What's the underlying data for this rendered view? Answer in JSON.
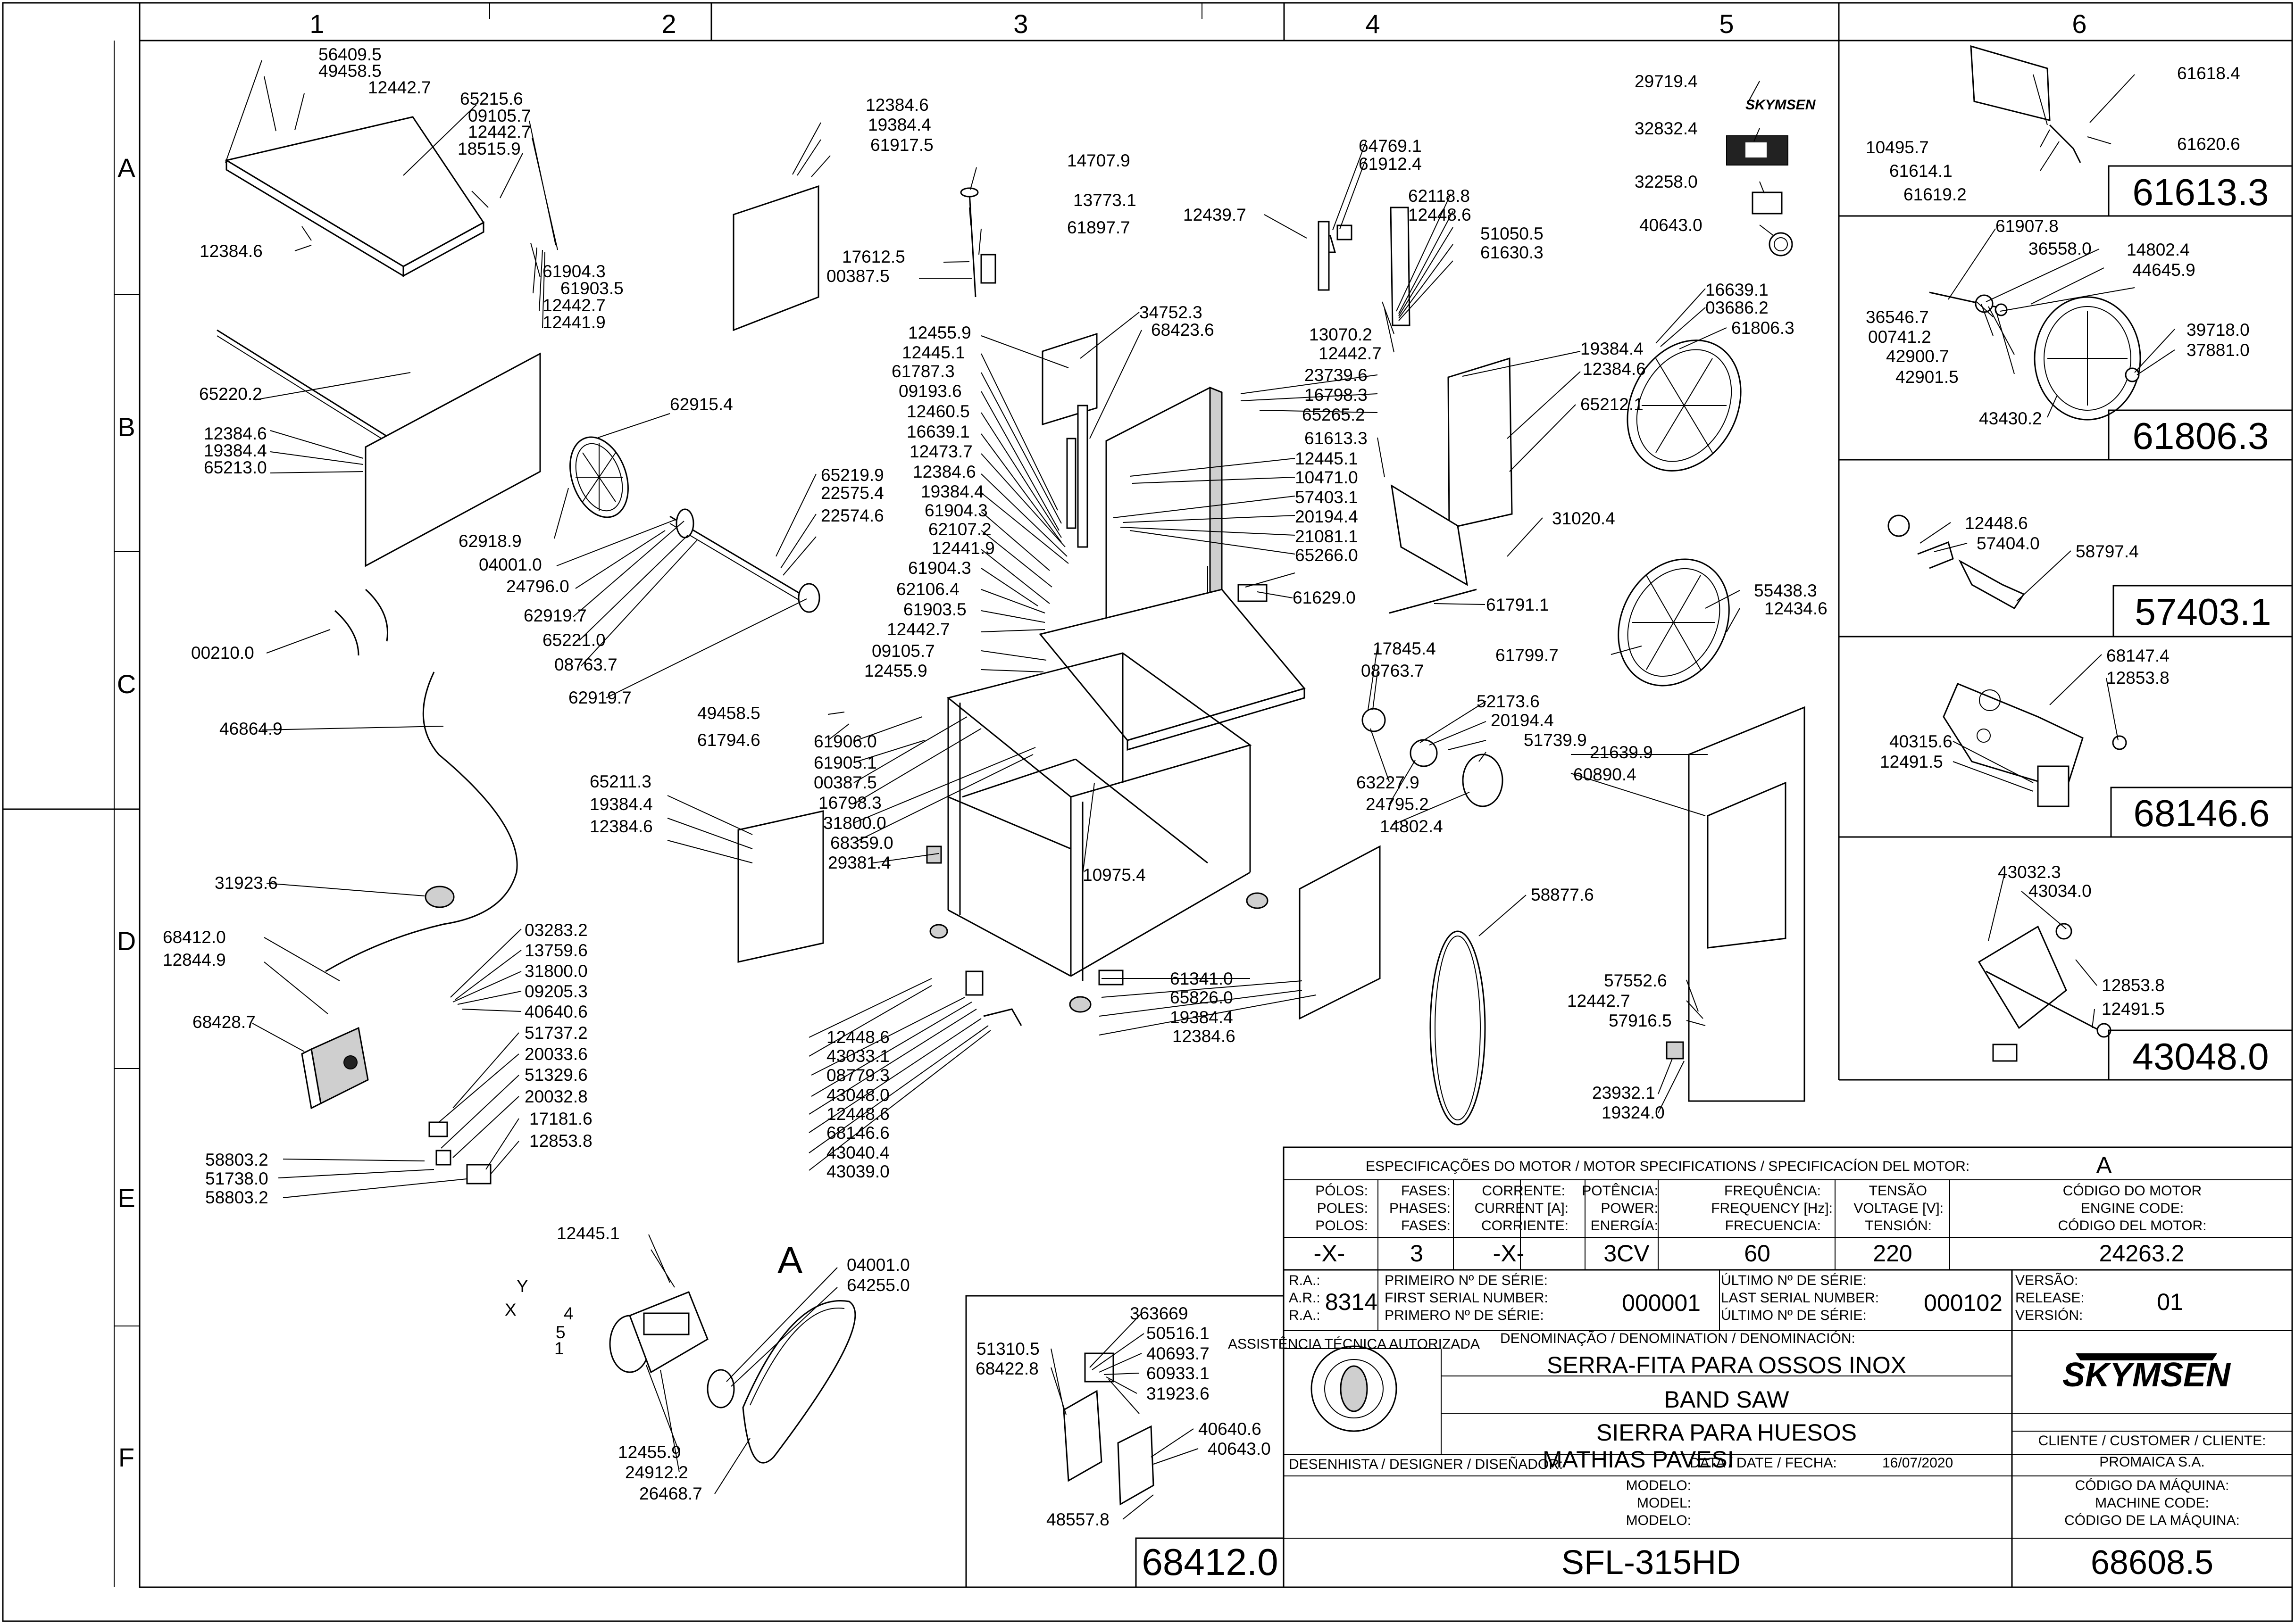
{
  "drawing": {
    "columns": [
      "1",
      "2",
      "3",
      "4",
      "5",
      "6"
    ],
    "rows": [
      "A",
      "B",
      "C",
      "D",
      "E",
      "F"
    ],
    "callouts": {
      "c1": "56409.5",
      "c2": "49458.5",
      "c3": "12442.7",
      "c4": "65215.6",
      "c5": "09105.7",
      "c6": "12442.7",
      "c7": "18515.9",
      "c8": "12384.6",
      "c9": "61904.3",
      "c10": "61903.5",
      "c11": "12442.7",
      "c12": "12441.9",
      "c13": "65220.2",
      "c14": "12384.6",
      "c15": "19384.4",
      "c16": "65213.0",
      "c17": "62915.4",
      "c18": "62918.9",
      "c19": "04001.0",
      "c20": "24796.0",
      "c21": "62919.7",
      "c22": "65221.0",
      "c23": "08763.7",
      "c24": "62919.7",
      "c25": "65219.9",
      "c26": "22575.4",
      "c27": "22574.6",
      "c28": "00210.0",
      "c29": "46864.9",
      "c30": "31923.6",
      "c31": "68412.0",
      "c32": "12844.9",
      "c33": "68428.7",
      "c34": "03283.2",
      "c35": "13759.6",
      "c36": "31800.0",
      "c37": "09205.3",
      "c38": "40640.6",
      "c39": "51737.2",
      "c40": "20033.6",
      "c41": "51329.6",
      "c42": "20032.8",
      "c43": "17181.6",
      "c44": "12853.8",
      "c45": "58803.2",
      "c46": "51738.0",
      "c47": "58803.2",
      "c48": "65211.3",
      "c49": "19384.4",
      "c50": "12384.6",
      "c51": "12384.6",
      "c52": "19384.4",
      "c53": "61917.5",
      "c54": "14707.9",
      "c55": "13773.1",
      "c56": "61897.7",
      "c57": "17612.5",
      "c58": "00387.5",
      "c59": "34752.3",
      "c60": "68423.6",
      "c61": "12455.9",
      "c62": "12445.1",
      "c63": "61787.3",
      "c64": "09193.6",
      "c65": "12460.5",
      "c66": "16639.1",
      "c67": "12473.7",
      "c68": "12384.6",
      "c69": "19384.4",
      "c70": "61904.3",
      "c71": "62107.2",
      "c72": "12441.9",
      "c73": "61904.3",
      "c74": "62106.4",
      "c75": "61903.5",
      "c76": "12442.7",
      "c77": "09105.7",
      "c78": "12455.9",
      "c79": "49458.5",
      "c80": "61794.6",
      "c81": "61906.0",
      "c82": "61905.1",
      "c83": "00387.5",
      "c84": "16798.3",
      "c85": "31800.0",
      "c86": "68359.0",
      "c87": "29381.4",
      "c88": "10975.4",
      "c89": "12448.6",
      "c90": "43033.1",
      "c91": "08779.3",
      "c92": "43048.0",
      "c93": "12448.6",
      "c94": "68146.6",
      "c95": "43040.4",
      "c96": "43039.0",
      "c97": "61341.0",
      "c98": "65826.0",
      "c99": "19384.4",
      "c100": "12384.6",
      "c101": "12439.7",
      "c102": "64769.1",
      "c103": "61912.4",
      "c104": "62118.8",
      "c105": "12448.6",
      "c106": "51050.5",
      "c107": "61630.3",
      "c108": "13070.2",
      "c109": "12442.7",
      "c110": "23739.6",
      "c111": "16798.3",
      "c112": "65265.2",
      "c113": "61613.3",
      "c114": "12445.1",
      "c115": "10471.0",
      "c116": "57403.1",
      "c117": "20194.4",
      "c118": "21081.1",
      "c119": "65266.0",
      "c120": "61629.0",
      "c121": "19384.4",
      "c122": "12384.6",
      "c123": "65212.1",
      "c124": "31020.4",
      "c125": "61791.1",
      "c126": "16639.1",
      "c127": "03686.2",
      "c128": "61806.3",
      "c129": "55438.3",
      "c130": "12434.6",
      "c131": "61799.7",
      "c132": "17845.4",
      "c133": "08763.7",
      "c134": "52173.6",
      "c135": "20194.4",
      "c136": "51739.9",
      "c137": "21639.9",
      "c138": "60890.4",
      "c139": "63227.9",
      "c140": "24795.2",
      "c141": "14802.4",
      "c142": "58877.6",
      "c143": "57552.6",
      "c144": "12442.7",
      "c145": "57916.5",
      "c146": "23932.1",
      "c147": "19324.0",
      "c148": "29719.4",
      "c149": "32832.4",
      "c150": "32258.0",
      "c151": "40643.0",
      "c152": "12445.1",
      "c153": "04001.0",
      "c154": "64255.0",
      "c155": "12455.9",
      "c156": "24912.2",
      "c157": "26468.7",
      "c158": "363669",
      "c159": "51310.5",
      "c160": "68422.8",
      "c161": "50516.1",
      "c162": "40693.7",
      "c163": "60933.1",
      "c164": "31923.6",
      "c165": "40640.6",
      "c166": "40643.0",
      "c167": "48557.8"
    },
    "motor_marker": "A",
    "motor_wires": [
      "Y",
      "X",
      "4",
      "5",
      "1"
    ],
    "skymsen_small": "SKYMSEN"
  },
  "detail_panels": {
    "p1": {
      "code": "61613.3",
      "labels": [
        "61618.4",
        "10495.7",
        "61614.1",
        "61619.2",
        "61620.6"
      ]
    },
    "p2": {
      "code": "61806.3",
      "labels": [
        "61907.8",
        "36558.0",
        "14802.4",
        "44645.9",
        "36546.7",
        "00741.2",
        "42900.7",
        "42901.5",
        "39718.0",
        "37881.0",
        "43430.2"
      ]
    },
    "p3": {
      "code": "57403.1",
      "labels": [
        "12448.6",
        "57404.0",
        "58797.4"
      ]
    },
    "p4": {
      "code": "68146.6",
      "labels": [
        "68147.4",
        "12853.8",
        "40315.6",
        "12491.5"
      ]
    },
    "p5": {
      "code": "43048.0",
      "labels": [
        "43032.3",
        "43034.0",
        "12853.8",
        "12491.5"
      ]
    },
    "p6": {
      "code": "68412.0"
    }
  },
  "title_block": {
    "motor_spec_header": "ESPECIFICAÇÕES DO MOTOR / MOTOR SPECIFICATIONS / SPECIFICACÍON DEL MOTOR:",
    "motor_letter": "A",
    "headers": {
      "poles": [
        "PÓLOS:",
        "POLES:",
        "POLOS:"
      ],
      "phases": [
        "FASES:",
        "PHASES:",
        "FASES:"
      ],
      "current": [
        "CORRENTE:",
        "CURRENT [A]:",
        "CORRIENTE:"
      ],
      "power": [
        "POTÊNCIA:",
        "POWER:",
        "ENERGÍA:"
      ],
      "frequency": [
        "FREQUÊNCIA:",
        "FREQUENCY [Hz]:",
        "FRECUENCIA:"
      ],
      "voltage": [
        "TENSÃO",
        "VOLTAGE [V]:",
        "TENSIÓN:"
      ],
      "engine_code": [
        "CÓDIGO DO MOTOR",
        "ENGINE CODE:",
        "CÓDIGO DEL MOTOR:"
      ]
    },
    "values": {
      "poles": "-X-",
      "phases": "3",
      "current": "-X-",
      "power": "3CV",
      "frequency": "60",
      "voltage": "220",
      "engine_code": "24263.2"
    },
    "ra_labels": [
      "R.A.:",
      "A.R.:",
      "R.A.:"
    ],
    "ra_value": "8314",
    "first_serial_labels": [
      "PRIMEIRO Nº DE SÉRIE:",
      "FIRST SERIAL NUMBER:",
      "PRIMERO Nº DE SÉRIE:"
    ],
    "first_serial": "000001",
    "last_serial_labels": [
      "ÚLTIMO Nº DE SÉRIE:",
      "LAST SERIAL NUMBER:",
      "ÚLTIMO Nº DE SÉRIE:"
    ],
    "last_serial": "000102",
    "version_labels": [
      "VERSÃO:",
      "RELEASE:",
      "VERSIÓN:"
    ],
    "version": "01",
    "denomination_label": "DENOMINAÇÃO / DENOMINATION / DENOMINACIÓN:",
    "names": [
      "SERRA-FITA PARA OSSOS INOX",
      "BAND SAW",
      "SIERRA PARA HUESOS"
    ],
    "brand": "SKYMSEN",
    "client_label": "CLIENTE / CUSTOMER / CLIENTE:",
    "client": "PROMAICA S.A.",
    "designer_label": "DESENHISTA / DESIGNER / DISEÑADOR:",
    "designer": "MATHIAS PAVESI",
    "date_label": "DATA / DATE / FECHA:",
    "date": "16/07/2020",
    "model_labels": [
      "MODELO:",
      "MODEL:",
      "MODELO:"
    ],
    "model": "SFL-315HD",
    "machine_code_labels": [
      "CÓDIGO DA MÁQUINA:",
      "MACHINE CODE:",
      "CÓDIGO DE LA MÁQUINA:"
    ],
    "machine_code": "68608.5",
    "seal_text": "ASSISTÊNCIA TÉCNICA AUTORIZADA"
  }
}
